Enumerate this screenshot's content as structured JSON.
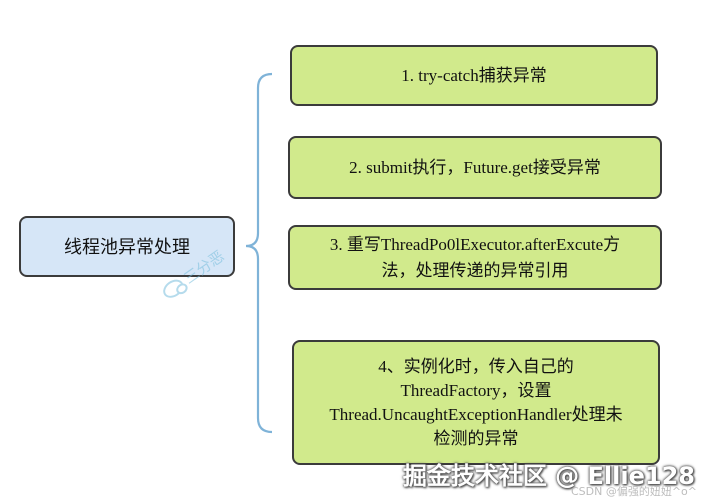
{
  "diagram": {
    "root": {
      "label": "线程池异常处理"
    },
    "branches": [
      {
        "lines": [
          "1. try-catch捕获异常"
        ]
      },
      {
        "lines": [
          "2. submit执行，Future.get接受异常"
        ]
      },
      {
        "lines": [
          "3. 重写ThreadPo0lExecutor.afterExcute方",
          "法，处理传递的异常引用"
        ]
      },
      {
        "lines": [
          "4、实例化时，传入自己的",
          "ThreadFactory，设置",
          "Thread.UncaughtExceptionHandler处理未",
          "检测的异常"
        ]
      }
    ],
    "colors": {
      "root_fill": "#d6e6f7",
      "branch_fill": "#d1ea8c",
      "border": "#3b3b3b",
      "connector": "#7fb3d8"
    }
  },
  "watermarks": {
    "center": "三分恶",
    "bottom": "掘金技术社区 @ Ellie128",
    "small": "CSDN @偏强的妞妞^o^"
  }
}
